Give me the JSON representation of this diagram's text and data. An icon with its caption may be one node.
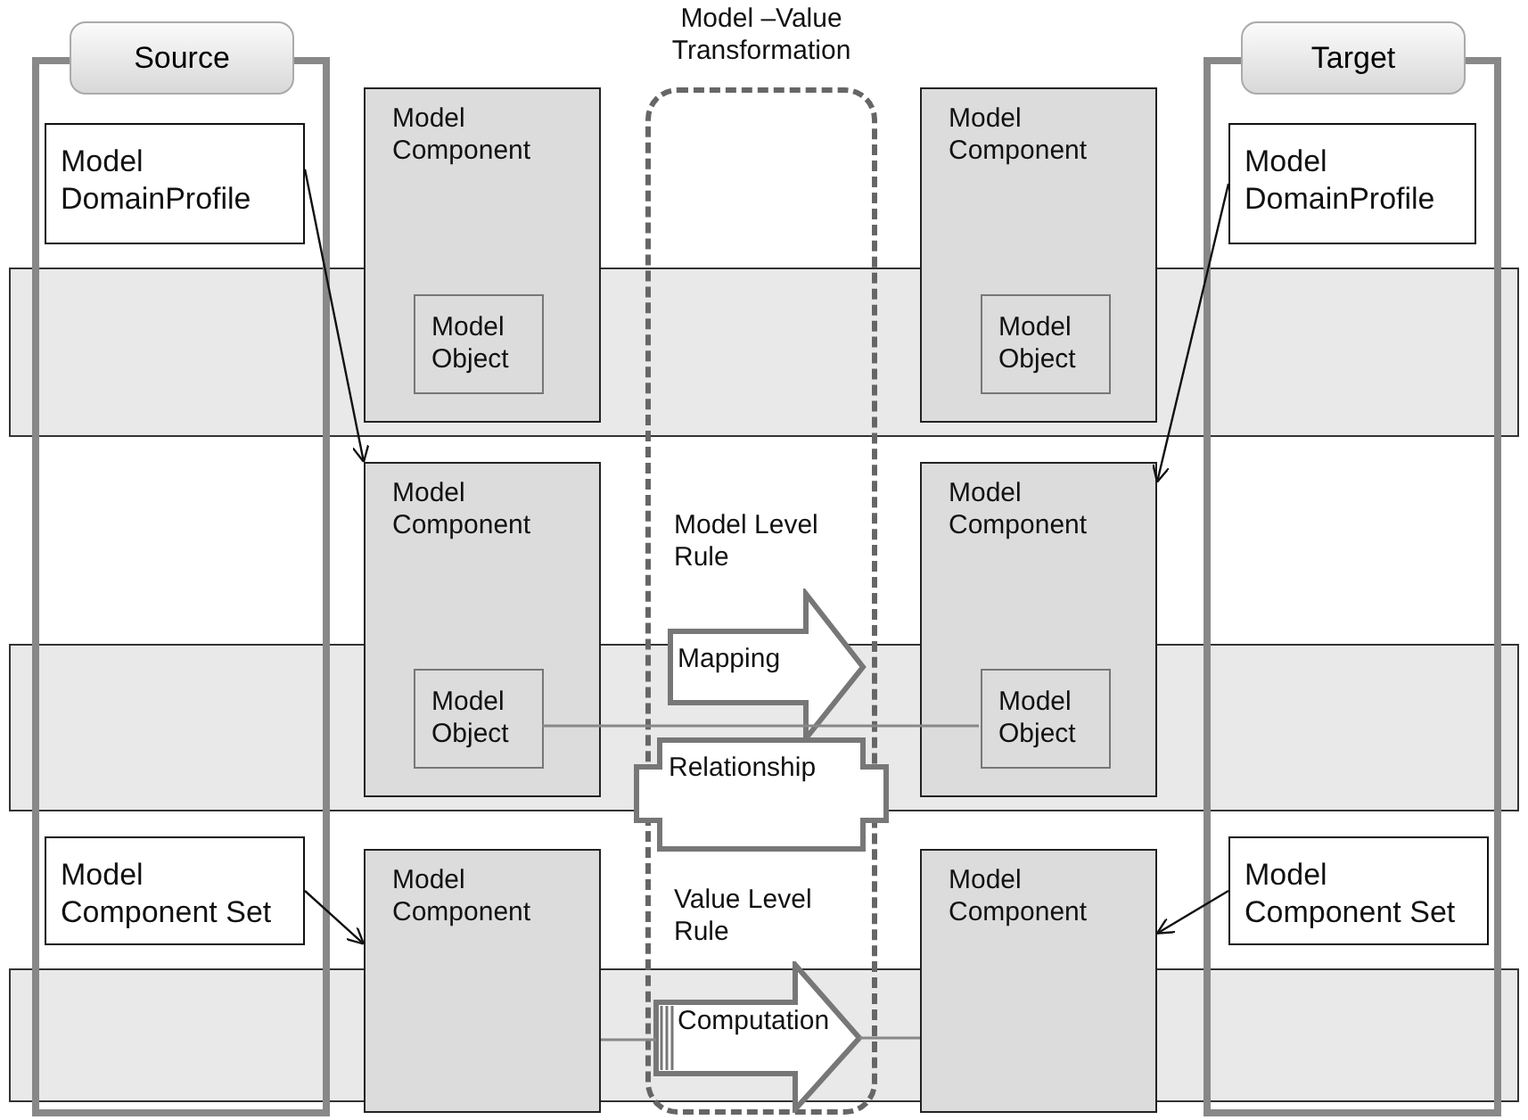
{
  "diagram": {
    "nodes": [
      {
        "text": [
          "Source"
        ]
      },
      {
        "text": [
          "Model DomainProfile"
        ],
        "in": 0
      },
      {
        "text": [
          "Model Component"
        ]
      },
      {
        "text": [
          "Model Object"
        ],
        "in": 2
      },
      {
        "text": [
          "Model –Value Transformation"
        ]
      },
      {
        "text": [
          "Model Component"
        ]
      },
      {
        "text": [
          "Model Object"
        ],
        "in": 5
      },
      {
        "text": [
          "Target"
        ]
      },
      {
        "text": [
          "Model DomainProfile"
        ],
        "in": 7
      },
      {
        "text": [
          "Model Component"
        ]
      },
      {
        "text": [
          "Model Object"
        ],
        "in": 9
      },
      {
        "text": [
          "Mapping"
        ],
        "in": 4
      },
      {
        "text": [
          "Relationship"
        ],
        "in": 4
      },
      {
        "text": [
          "Model Component"
        ]
      },
      {
        "text": [
          "Model Object"
        ],
        "in": 13
      },
      {
        "text": [
          "Model Component Set"
        ],
        "in": 0
      },
      {
        "text": [
          "Model Component"
        ]
      },
      {
        "text": [
          "Computation"
        ],
        "in": 4
      },
      {
        "text": [
          "Model Component"
        ]
      },
      {
        "text": [
          "Model Component Set"
        ],
        "in": 7
      }
    ],
    "edges": [
      {
        "from": 1,
        "to": 9,
        "arrow": "to"
      },
      {
        "from": 8,
        "to": 13,
        "arrow": "to"
      },
      {
        "from": 10,
        "to": 14,
        "arrow": "none",
        "color": "#888888"
      },
      {
        "from": 15,
        "to": 16,
        "arrow": "to"
      },
      {
        "from": 19,
        "to": 18,
        "arrow": "to"
      },
      {
        "from": 16,
        "to": 17,
        "arrow": "none",
        "color": "#888888"
      },
      {
        "from": 17,
        "to": 18,
        "arrow": "none",
        "color": "#888888"
      }
    ],
    "labels": [
      "Model Level Rule",
      "Value Level Rule"
    ]
  }
}
